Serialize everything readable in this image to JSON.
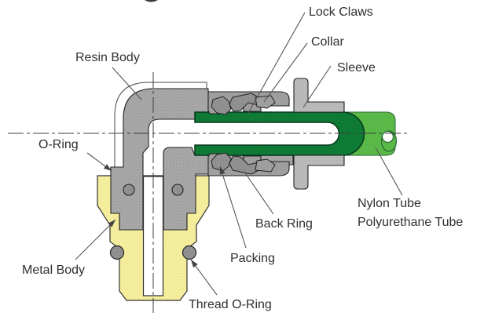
{
  "figure": {
    "type": "technical-diagram",
    "subject": "Push-to-connect elbow pneumatic fitting cross-section",
    "labels": {
      "lock_claws": "Lock Claws",
      "collar": "Collar",
      "sleeve": "Sleeve",
      "resin_body": "Resin Body",
      "o_ring": "O-Ring",
      "metal_body": "Metal Body",
      "thread_o_ring": "Thread O-Ring",
      "packing": "Packing",
      "back_ring": "Back Ring",
      "tube_line1": "Nylon Tube",
      "tube_line2": "Polyurethane Tube"
    },
    "colors": {
      "resin_gray": "#a9a9a9",
      "collar_gray": "#a2a2a2",
      "claw_gray": "#939393",
      "sleeve_gray": "#bcbcbc",
      "metal_yellow": "#f6f0a0",
      "tube_dark_green": "#0f7d36",
      "tube_light_green": "#5bbb49",
      "outline": "#222222",
      "label_text": "#2f2f2f",
      "leader_line": "#555555"
    }
  }
}
